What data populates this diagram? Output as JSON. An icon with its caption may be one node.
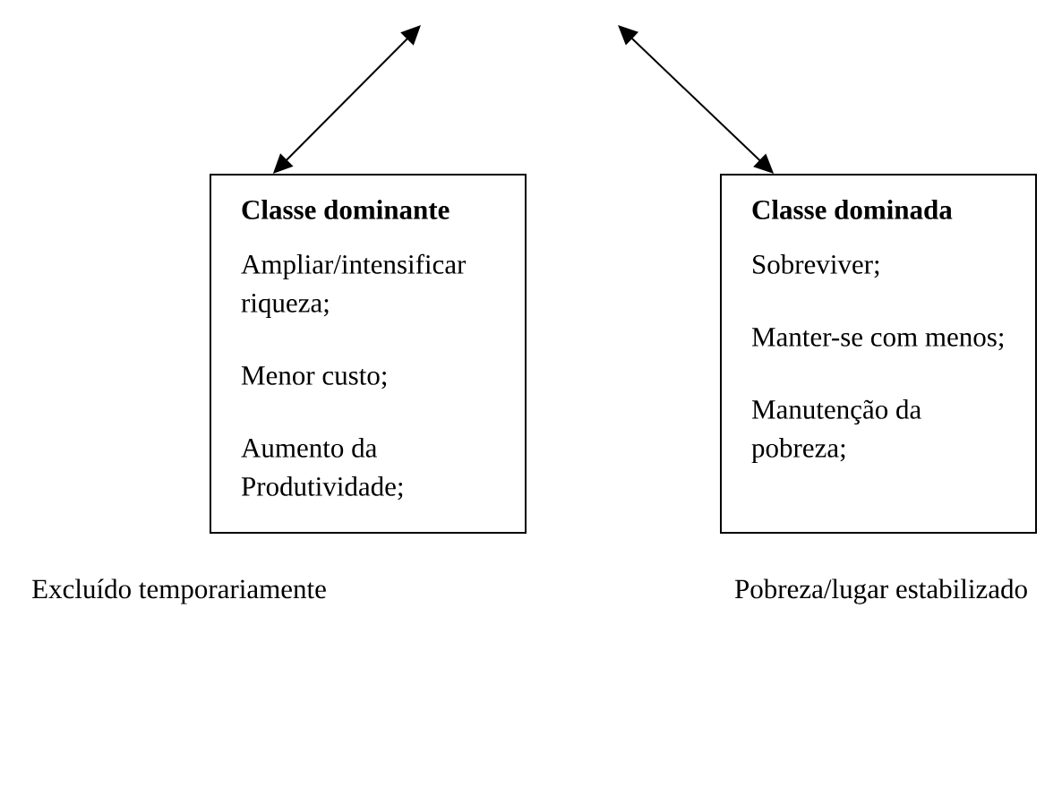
{
  "diagram": {
    "nodes": [
      {
        "text": [
          "Classe dominante",
          "Ampliar/intensificar riqueza;",
          "Menor custo;",
          "Aumento da Produtividade;"
        ],
        "beside": [
          "Excluído temporariamente"
        ]
      },
      {
        "text": [
          "Classe dominada",
          "Sobreviver;",
          "Manter-se com menos;",
          "Manutenção da pobreza;"
        ],
        "beside": [
          "Pobreza/lugar estabilizado"
        ]
      }
    ],
    "edges": [
      {
        "from": null,
        "to": 0,
        "arrow": "both"
      },
      {
        "from": null,
        "to": 1,
        "arrow": "both"
      }
    ]
  }
}
